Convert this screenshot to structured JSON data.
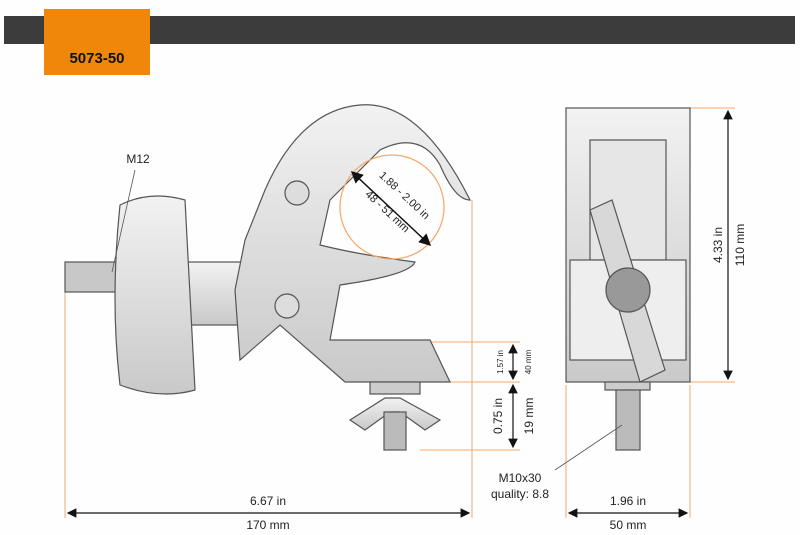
{
  "header": {
    "model": "5073-50"
  },
  "labels": {
    "bolt_thread": "M12",
    "clamp_range_in": "1.88 - 2.00 in",
    "clamp_range_mm": "48 - 51 mm",
    "jaw_height_in": "1.57 in",
    "jaw_height_mm": "40 mm",
    "bolt_length_in": "0.75 in",
    "bolt_length_mm": "19 mm",
    "bolt_spec": "M10x30",
    "bolt_quality": "quality: 8.8",
    "width_in": "6.67 in",
    "width_mm": "170 mm",
    "height_in": "4.33 in",
    "height_mm": "110 mm",
    "depth_in": "1.96 in",
    "depth_mm": "50 mm"
  },
  "colors": {
    "accent": "#f0870a",
    "header": "#3c3c3c",
    "dimension_line": "#f4a868"
  }
}
